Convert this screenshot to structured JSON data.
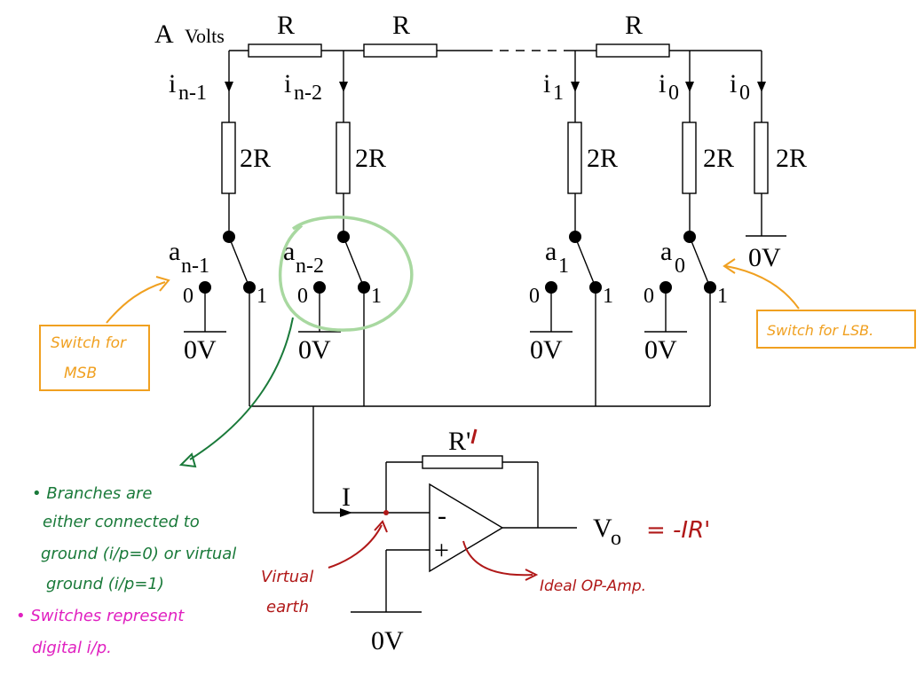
{
  "source": {
    "label": "A",
    "unit": "Volts"
  },
  "resistor_labels": {
    "series": "R",
    "ladder": "2R",
    "feedback": "R'"
  },
  "currents": [
    "i",
    "i",
    "i",
    "i",
    "i"
  ],
  "current_subscripts": [
    "n-1",
    "n-2",
    "1",
    "0",
    "0"
  ],
  "switches": [
    "a",
    "a",
    "a",
    "a"
  ],
  "switch_subscripts": [
    "n-1",
    "n-2",
    "1",
    "0"
  ],
  "switch_positions": {
    "low": "0",
    "high": "1"
  },
  "ground_label": "0V",
  "amp": {
    "current": "I",
    "minus": "-",
    "plus": "+",
    "output": "V",
    "output_sub": "o"
  },
  "annotations": {
    "output_eq": "= -IR'",
    "msb_note": [
      "Switch for",
      "MSB"
    ],
    "lsb_note": "Switch for LSB.",
    "branches_note": [
      "• Branches are",
      "either connected to",
      "ground (i/p=0) or virtual",
      "ground (i/p=1)"
    ],
    "switches_note": [
      "• Switches represent",
      "digital i/p."
    ],
    "virtual_earth": [
      "Virtual",
      "earth"
    ],
    "ideal_opamp": "Ideal OP-Amp."
  },
  "colors": {
    "orange": "#f0a020",
    "green": "#1a7a3a",
    "magenta": "#e020c0",
    "red": "#b01818",
    "highlight": "#a8d8a0"
  }
}
